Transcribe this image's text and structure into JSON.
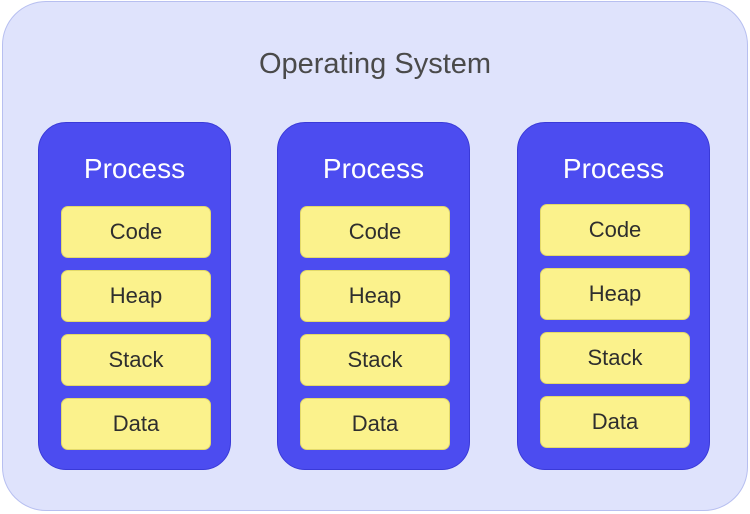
{
  "os": {
    "title": "Operating System",
    "background_color": "#dfe3fc"
  },
  "processes": [
    {
      "title": "Process",
      "segments": [
        "Code",
        "Heap",
        "Stack",
        "Data"
      ]
    },
    {
      "title": "Process",
      "segments": [
        "Code",
        "Heap",
        "Stack",
        "Data"
      ]
    },
    {
      "title": "Process",
      "segments": [
        "Code",
        "Heap",
        "Stack",
        "Data"
      ]
    }
  ],
  "colors": {
    "process_fill": "#4c4cf0",
    "segment_fill": "#fbf28c",
    "title_text": "#4a4a4a"
  }
}
